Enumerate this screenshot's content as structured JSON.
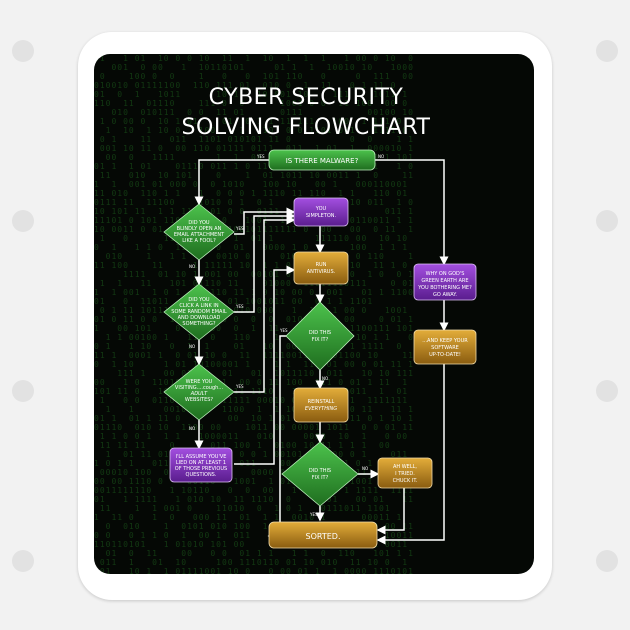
{
  "title": {
    "line1": "CYBER SECURITY",
    "line2": "SOLVING FLOWCHART"
  },
  "nodes": {
    "malware": "IS THERE MALWARE?",
    "q1": [
      "DID YOU",
      "BLINDLY OPEN AN",
      "EMAIL ATTACHMENT",
      "LIKE A FOOL?"
    ],
    "q2": [
      "DID YOU",
      "CLICK A LINK IN",
      "SOME RANDOM EMAIL",
      "AND DOWNLOAD",
      "SOMETHING?"
    ],
    "q3": [
      "WERE YOU",
      "VISITING....cough...",
      "ADULT",
      "WEBSITES?"
    ],
    "q4": [
      "I'LL ASSUME YOU'VE",
      "LIED ON AT LEAST 1",
      "OF THOSE PREVIOUS",
      "QUESTIONS."
    ],
    "simpleton": [
      "YOU",
      "SIMPLETON."
    ],
    "antivirus": [
      "RUN",
      "ANTIVIRUS."
    ],
    "fix1": [
      "DID THIS",
      "FIX IT?"
    ],
    "reinstall": [
      "REINSTALL",
      "EVERYTHING"
    ],
    "fix2": [
      "DID THIS",
      "FIX IT?"
    ],
    "tried": [
      "AH WELL,",
      "I TRIED.",
      "CHUCK IT."
    ],
    "sorted": "SORTED.",
    "why": [
      "WHY ON GOD'S",
      "GREEN EARTH ARE",
      "YOU BOTHERING ME?",
      "GO AWAY."
    ],
    "keep": [
      "...AND KEEP YOUR",
      "SOFTWARE",
      "UP-TO-DATE!"
    ]
  },
  "edge_labels": {
    "yes": "YES",
    "no": "NO"
  },
  "colors": {
    "green": "#2e9a2e",
    "purple": "#7a2cb8",
    "gold": "#c08a1c",
    "line": "#ffffff"
  }
}
